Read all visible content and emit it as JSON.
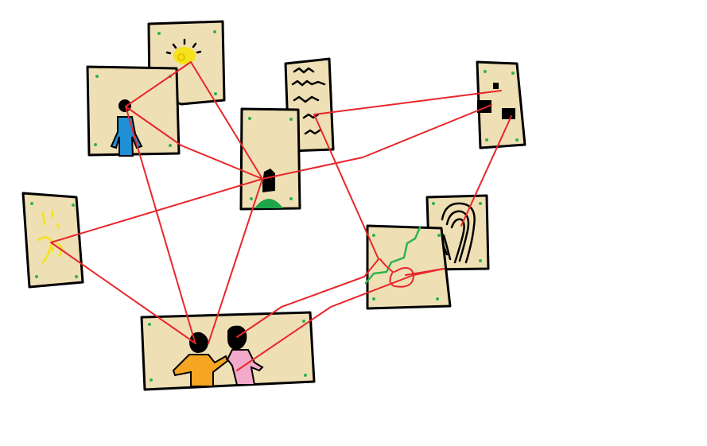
{
  "colors": {
    "background": "#ffffff",
    "note_fill": "#efdfb4",
    "outline": "#000000",
    "pin": "#2fb34a",
    "string": "#e8262b",
    "lightbulb": "#f5e21a",
    "shirt_blue": "#1f8fd6",
    "grass_green": "#1fa64a",
    "shirt_orange": "#f4a623",
    "shirt_pink": "#f3a9c9",
    "map_green": "#2fb34a"
  },
  "notes": [
    {
      "name": "lightbulb-note",
      "icon": "lightbulb-icon"
    },
    {
      "name": "blue-person-note",
      "icon": "blue-person-icon"
    },
    {
      "name": "text-note",
      "icon": "scribbled-text-icon"
    },
    {
      "name": "green-hill-person-note",
      "icon": "person-on-hill-icon"
    },
    {
      "name": "dark-squares-note",
      "icon": "dark-squares-icon"
    },
    {
      "name": "yellow-face-note",
      "icon": "yellow-doodle-icon"
    },
    {
      "name": "fingerprint-note",
      "icon": "fingerprint-icon"
    },
    {
      "name": "map-note",
      "icon": "map-route-icon"
    },
    {
      "name": "two-people-note",
      "icon": "two-people-icon"
    }
  ]
}
